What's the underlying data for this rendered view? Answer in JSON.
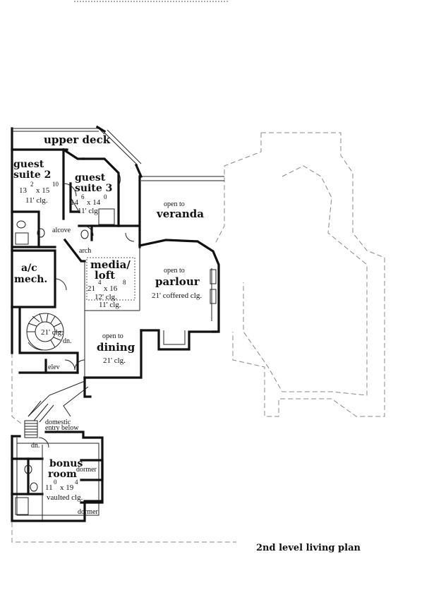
{
  "rooms": {
    "upper_deck": "upper deck",
    "guest_suite_2": {
      "line1": "guest",
      "line2": "suite 2",
      "dim": "13",
      "dim_a": "2",
      "dim_x": "x 15",
      "dim_b": "10",
      "clg": "11' clg."
    },
    "guest_suite_3": {
      "line1": "guest",
      "line2": "suite 3",
      "dim": "14",
      "dim_a": "6",
      "dim_x": "x 14",
      "dim_b": "0",
      "clg": "11' clg."
    },
    "alcove": "alcove",
    "arch": "arch",
    "ac_mech": {
      "line1": "a/c",
      "line2": "mech."
    },
    "media_loft": {
      "line1": "media/",
      "line2": "loft",
      "dim": "21",
      "dim_a": "4",
      "dim_x": "x 16",
      "dim_b": "8",
      "clg1": "12' clg.",
      "clg2": "11' clg."
    },
    "veranda": {
      "open": "open to",
      "name": "veranda"
    },
    "parlour": {
      "open": "open to",
      "name": "parlour",
      "clg": "21' coffered clg."
    },
    "dining": {
      "open": "open to",
      "name": "dining",
      "clg": "21' clg."
    },
    "stair": {
      "clg": "21' clg.",
      "dn": "dn."
    },
    "elev": "elev",
    "domestic_entry": {
      "line1": "domestic",
      "line2": "entry below"
    },
    "bonus_room": {
      "dn": "dn.",
      "line1": "bonus",
      "line2": "room",
      "dim": "11",
      "dim_a": "0",
      "dim_x": "x 19",
      "dim_b": "4",
      "clg": "vaulted clg.",
      "dormer1": "dormer",
      "dormer2": "dormer"
    }
  },
  "plan_title": "2nd level living plan"
}
